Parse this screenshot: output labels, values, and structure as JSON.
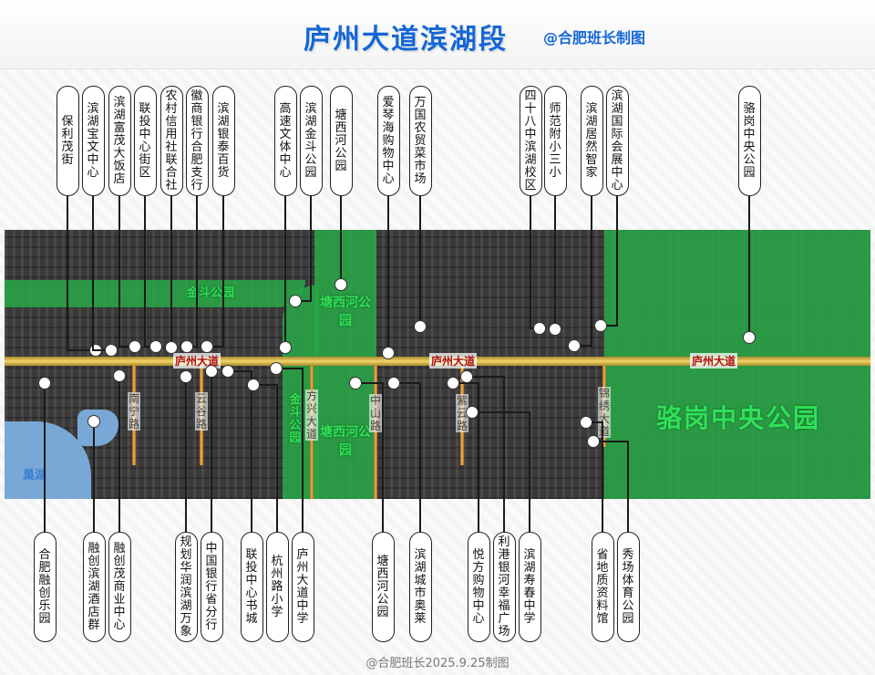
{
  "header": {
    "title": "庐州大道滨湖段",
    "author": "@合肥班长制图"
  },
  "map": {
    "road_main": "庐州大道",
    "parks": {
      "jindou": "金斗公园",
      "tangxihe": "塘西河公园",
      "luogang": "骆岗中央公园",
      "jindou_v": "金斗公园"
    },
    "lake": "巢湖",
    "roads": [
      "南宁路",
      "云谷路",
      "方兴大道",
      "中山路",
      "紫云路",
      "锦绣大道"
    ]
  },
  "top_pois": [
    "保利茂街",
    "滨湖宝文中心",
    "滨湖富茂大饭店",
    "联投中心街区",
    "农村信用社联合社",
    "徽商银行合肥支行",
    "滨湖银泰百货",
    "高速文体中心",
    "滨湖金斗公园",
    "塘西河公园",
    "爱琴海购物中心",
    "万国农贸菜市场",
    "四十八中滨湖校区",
    "师范附小三小",
    "滨湖居然智家",
    "滨湖国际会展中心",
    "骆岗中央公园"
  ],
  "bottom_pois": [
    "合肥融创乐园",
    "融创滨湖酒店群",
    "融创茂商业中心",
    "规划华润滨湖万象",
    "中国银行省分行",
    "联投中心书城",
    "杭州路小学",
    "庐州大道中学",
    "塘西河公园",
    "滨湖城市奥莱",
    "悦方购物中心",
    "利港银河幸福广场",
    "滨湖寿春中学",
    "省地质资料馆",
    "秀场体育公园"
  ],
  "footer": "@合肥班长2025.9.25制图",
  "colors": {
    "title": "#1466d6",
    "park": "#28a546",
    "road": "#f1d46a",
    "lake": "#7aa8d6"
  }
}
